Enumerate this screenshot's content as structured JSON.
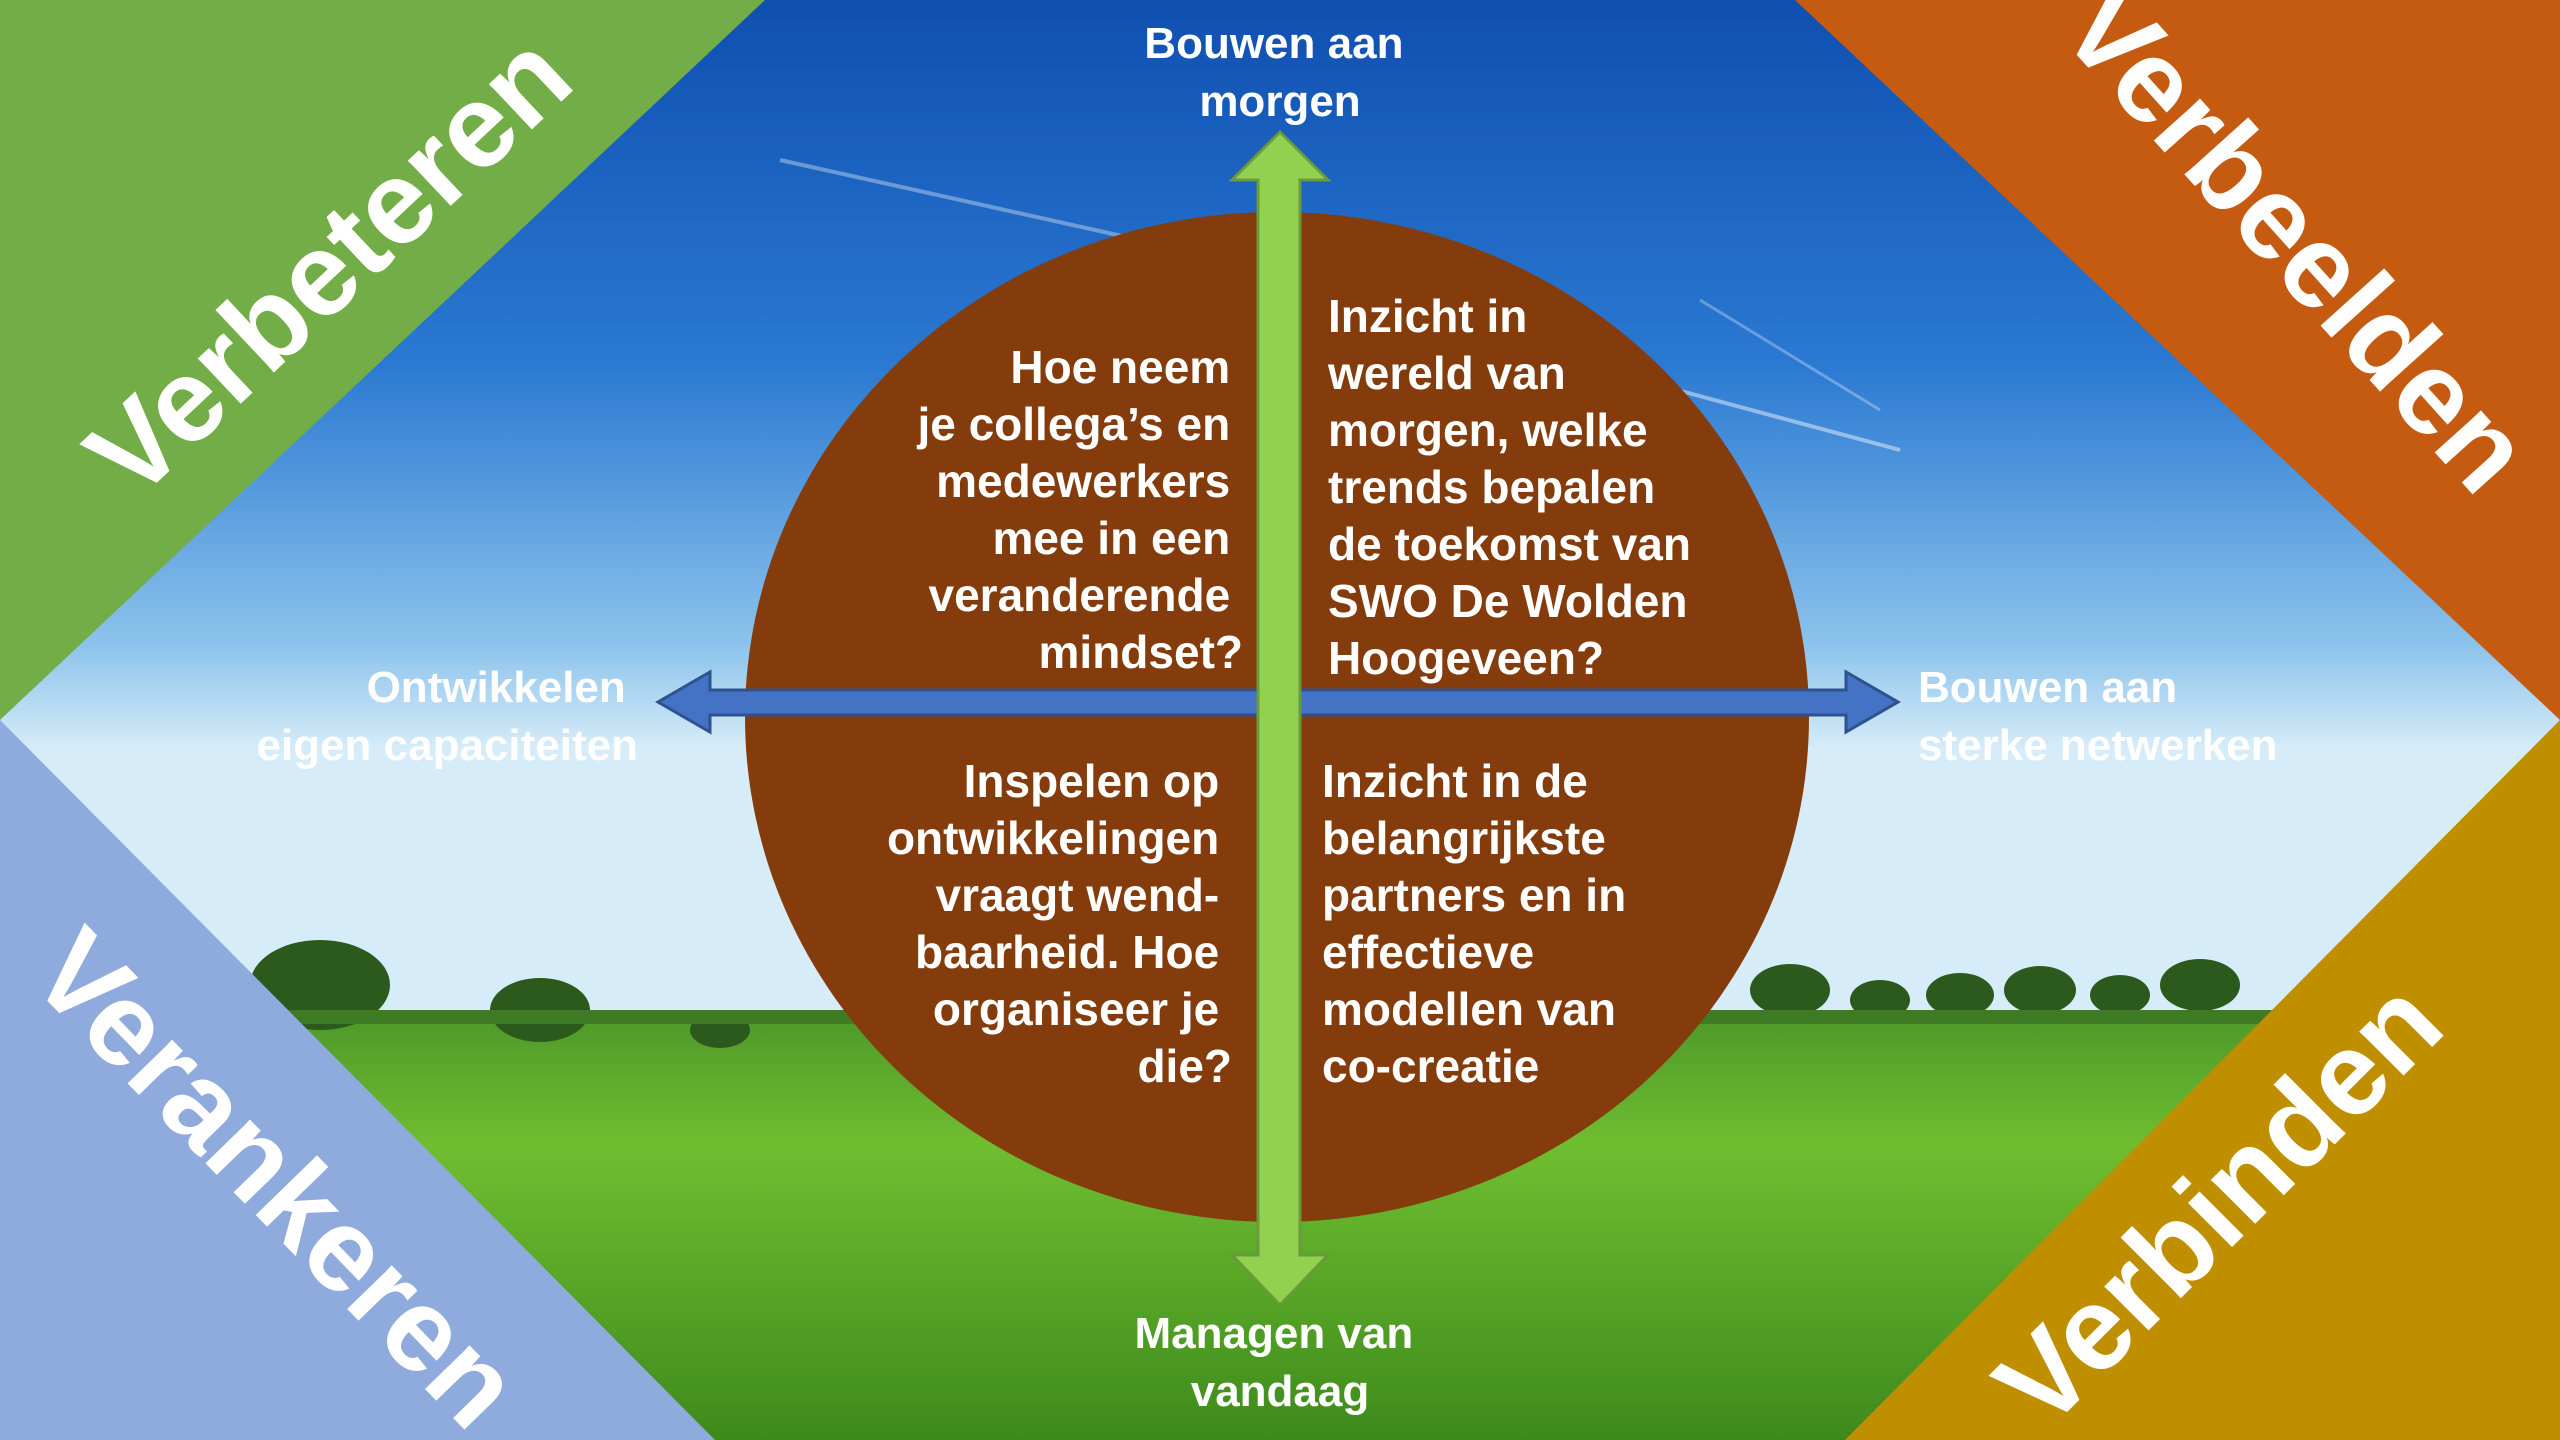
{
  "corners": {
    "top_left": "Verbeteren",
    "top_right": "Verbeelden",
    "bottom_left": "Verankeren",
    "bottom_right": "Verbinden"
  },
  "axes": {
    "top": [
      "Bouwen aan",
      "morgen"
    ],
    "bottom": [
      "Managen van",
      "vandaag"
    ],
    "left": [
      "Ontwikkelen",
      "eigen capaciteiten"
    ],
    "right": [
      "Bouwen aan",
      "sterke netwerken"
    ]
  },
  "quadrants": {
    "top_left": [
      "Hoe neem",
      "je collega’s en",
      "medewerkers",
      "mee in een",
      "veranderende",
      "mindset?"
    ],
    "top_right": [
      "Inzicht in",
      "wereld van",
      "morgen, welke",
      "trends bepalen",
      "de toekomst van",
      "SWO De Wolden",
      "Hoogeveen?"
    ],
    "bottom_left": [
      "Inspelen op",
      "ontwikkelingen",
      "vraagt wend-",
      "baarheid. Hoe",
      "organiseer je",
      "die?"
    ],
    "bottom_right": [
      "Inzicht in de",
      "belangrijkste",
      "partners en in",
      "effectieve",
      "modellen van",
      "co-creatie"
    ]
  },
  "colors": {
    "verbeteren": "#72ad47",
    "verbeelden": "#c55a11",
    "verankeren": "#8faadc",
    "verbinden": "#bf8f00",
    "circle": "#843c0c",
    "vertical_arrow": "#92d050",
    "horizontal_arrow": "#4472c4",
    "sky_top": "#1a5cb8",
    "grass": "#5cab28"
  }
}
